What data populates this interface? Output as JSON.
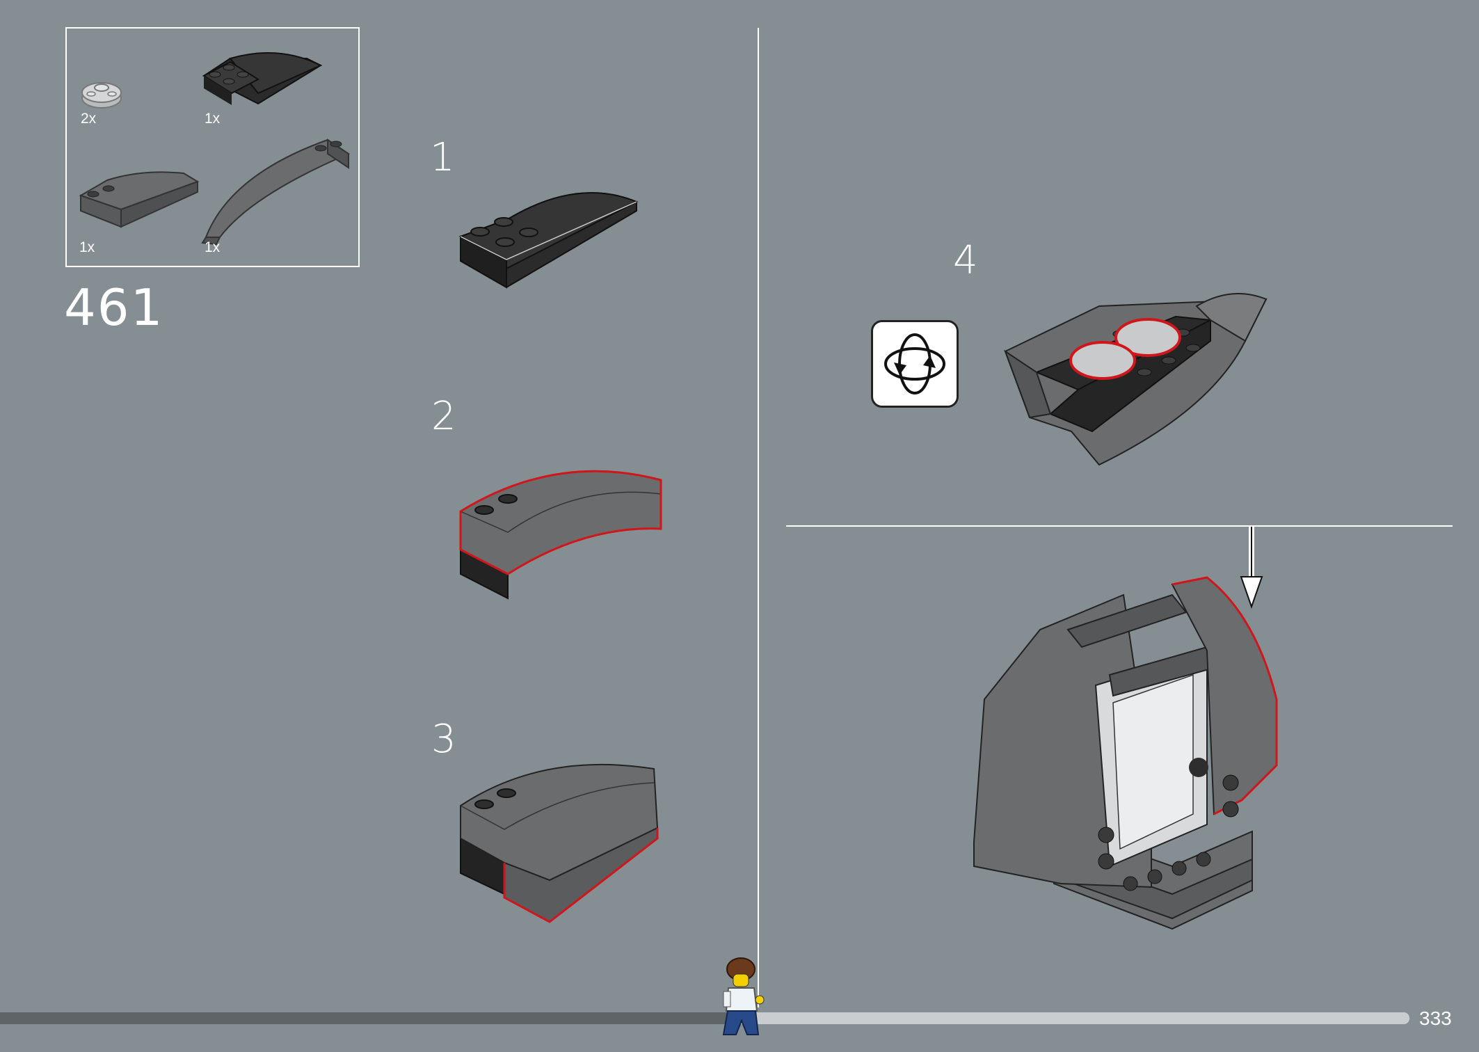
{
  "page": {
    "build_number": "461",
    "page_number": "333",
    "progress_fraction": 0.52
  },
  "parts_list": [
    {
      "name": "round-plate-light-gray",
      "qty": "2x"
    },
    {
      "name": "curved-slope-black-2x4",
      "qty": "1x"
    },
    {
      "name": "wedge-slope-dark-gray",
      "qty": "1x"
    },
    {
      "name": "curved-slope-dark-gray-long",
      "qty": "1x"
    }
  ],
  "steps": [
    {
      "number": "1"
    },
    {
      "number": "2"
    },
    {
      "number": "3"
    },
    {
      "number": "4"
    }
  ],
  "icons": {
    "rotate": "rotate-model-icon",
    "arrow": "placement-arrow-icon"
  },
  "colors": {
    "background": "#858e92",
    "highlight": "#d0161b",
    "brick_black": "#2b2b2b",
    "brick_dark_gray": "#6a6c6d"
  }
}
